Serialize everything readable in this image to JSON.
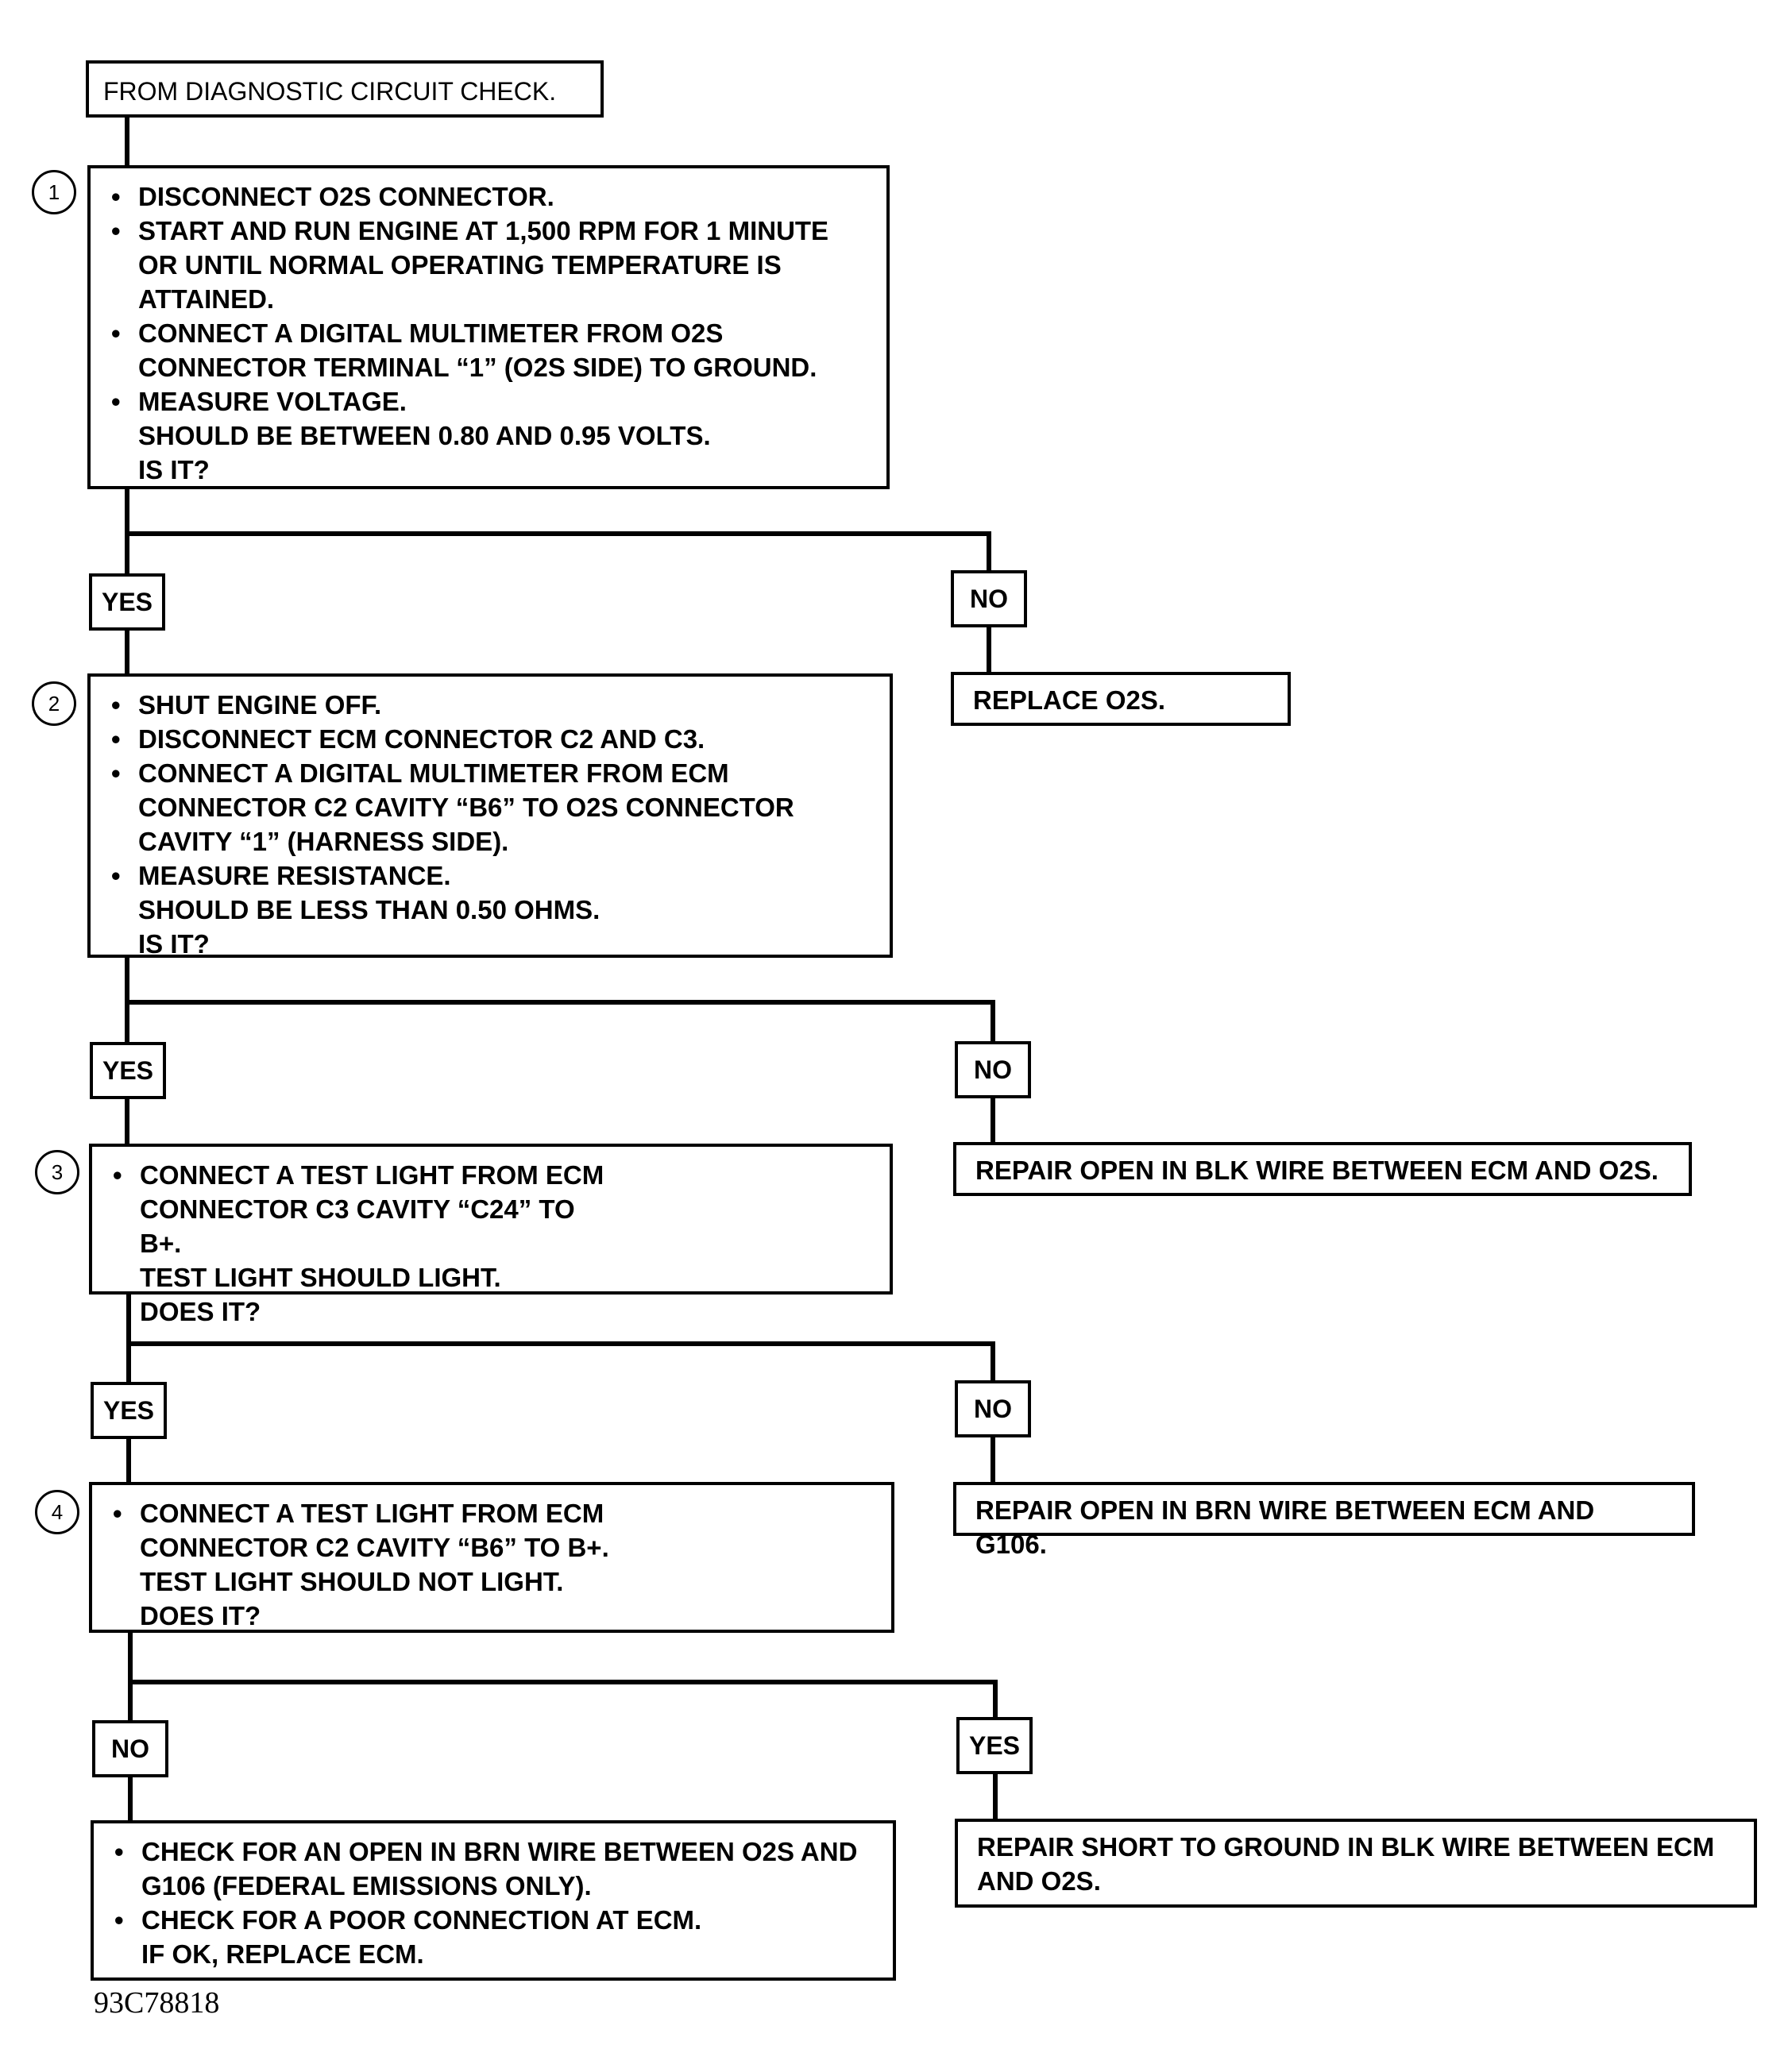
{
  "start": {
    "text": "FROM DIAGNOSTIC CIRCUIT CHECK."
  },
  "steps": [
    {
      "number": "1",
      "bullets": [
        "DISCONNECT O2S CONNECTOR.",
        "START AND RUN ENGINE AT 1,500 RPM FOR 1 MINUTE OR UNTIL NORMAL OPERATING TEMPERATURE IS ATTAINED.",
        "CONNECT A DIGITAL MULTIMETER FROM O2S CONNECTOR TERMINAL “1” (O2S SIDE) TO GROUND.",
        "MEASURE VOLTAGE."
      ],
      "continuation": [
        "SHOULD BE BETWEEN 0.80 AND 0.95 VOLTS.",
        "IS IT?"
      ],
      "left_label": "YES",
      "right_label": "NO",
      "right_result": "REPLACE O2S."
    },
    {
      "number": "2",
      "bullets": [
        "SHUT ENGINE OFF.",
        "DISCONNECT ECM CONNECTOR C2 AND C3.",
        "CONNECT A DIGITAL MULTIMETER FROM ECM CONNECTOR C2 CAVITY “B6” TO O2S CONNECTOR CAVITY “1” (HARNESS SIDE).",
        "MEASURE RESISTANCE."
      ],
      "continuation": [
        "SHOULD BE LESS THAN 0.50 OHMS.",
        "IS IT?"
      ],
      "left_label": "YES",
      "right_label": "NO",
      "right_result": "REPAIR OPEN IN BLK WIRE BETWEEN ECM AND O2S."
    },
    {
      "number": "3",
      "bullets": [
        "CONNECT A TEST LIGHT FROM ECM CONNECTOR C3 CAVITY “C24” TO B+."
      ],
      "continuation": [
        "TEST LIGHT SHOULD LIGHT.",
        "DOES IT?"
      ],
      "left_label": "YES",
      "right_label": "NO",
      "right_result": "REPAIR OPEN IN BRN WIRE BETWEEN ECM AND G106."
    },
    {
      "number": "4",
      "bullets": [
        "CONNECT A TEST LIGHT FROM ECM CONNECTOR C2 CAVITY “B6” TO B+."
      ],
      "continuation": [
        "TEST LIGHT SHOULD NOT LIGHT.",
        "DOES IT?"
      ],
      "left_label": "NO",
      "right_label": "YES",
      "right_result": "REPAIR SHORT TO GROUND IN BLK WIRE BETWEEN ECM AND O2S."
    }
  ],
  "final": {
    "bullets": [
      "CHECK FOR AN OPEN IN BRN WIRE BETWEEN O2S AND G106 (FEDERAL EMISSIONS ONLY).",
      "CHECK FOR A POOR CONNECTION AT ECM."
    ],
    "continuation": [
      "IF OK, REPLACE ECM."
    ]
  },
  "figure_id": "93C78818"
}
